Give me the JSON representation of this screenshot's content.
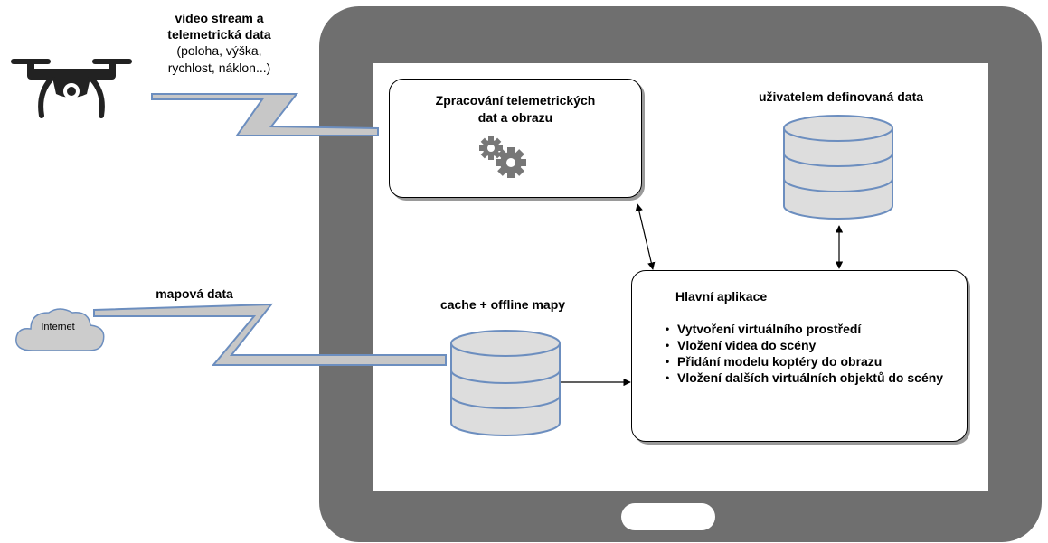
{
  "drone": {
    "title_lines": [
      "video stream a",
      "telemetrická data"
    ],
    "detail_lines": [
      "(poloha, výška,",
      "rychlost, náklon...)"
    ]
  },
  "internet": {
    "cloud_label": "Internet",
    "link_label": "mapová data"
  },
  "processing": {
    "title_lines": [
      "Zpracování telemetrických",
      "dat a obrazu"
    ],
    "icon": "gears-icon"
  },
  "user_data": {
    "label": "uživatelem definovaná data",
    "icon": "database-icon"
  },
  "cache": {
    "label": "cache + offline mapy",
    "icon": "database-icon"
  },
  "main_app": {
    "title": "Hlavní aplikace",
    "items": [
      "Vytvoření virtuálního prostředí",
      "Vložení videa do scény",
      "Přidání modelu koptéry do obrazu",
      "Vložení dalších virtuálních objektů do scény"
    ]
  },
  "colors": {
    "tablet_frame": "#6f6f6f",
    "link_fill": "#c7c7c7",
    "link_stroke": "#6c8ebf",
    "db_fill": "#dddddd",
    "cloud_fill": "#cccccc"
  }
}
